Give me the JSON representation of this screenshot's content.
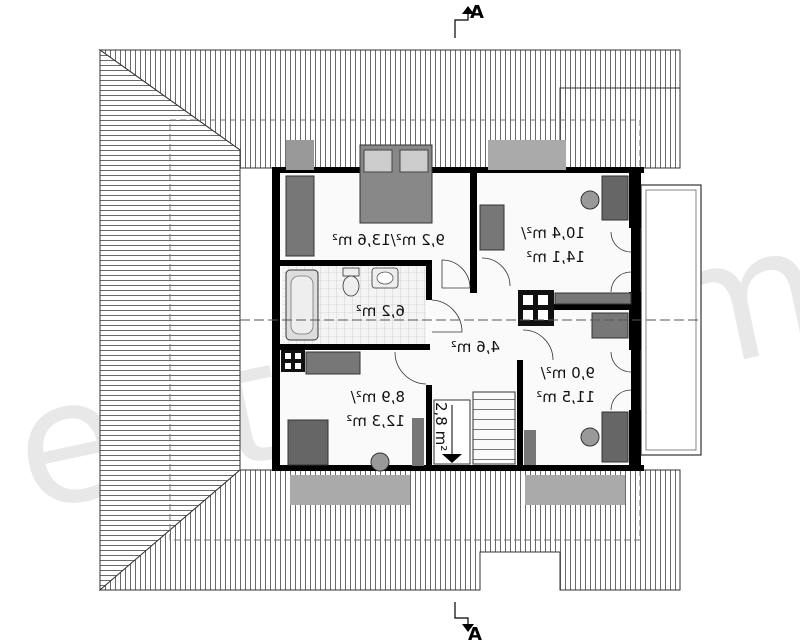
{
  "section_marker": "A",
  "watermark": "extradom",
  "rooms": {
    "bedroom_main": "9,2 m²/13,6 m²",
    "bedroom_right_top_line1": "10,4 m²/",
    "bedroom_right_top_line2": "14,1 m²",
    "bathroom": "6,2 m²",
    "hall": "4,6 m²",
    "bedroom_right_bottom_line1": "9,0 m²/",
    "bedroom_right_bottom_line2": "11,5 m²",
    "bedroom_left_line1": "8,9 m²/",
    "bedroom_left_line2": "12,3 m²",
    "stairs": "2,8 m²"
  }
}
